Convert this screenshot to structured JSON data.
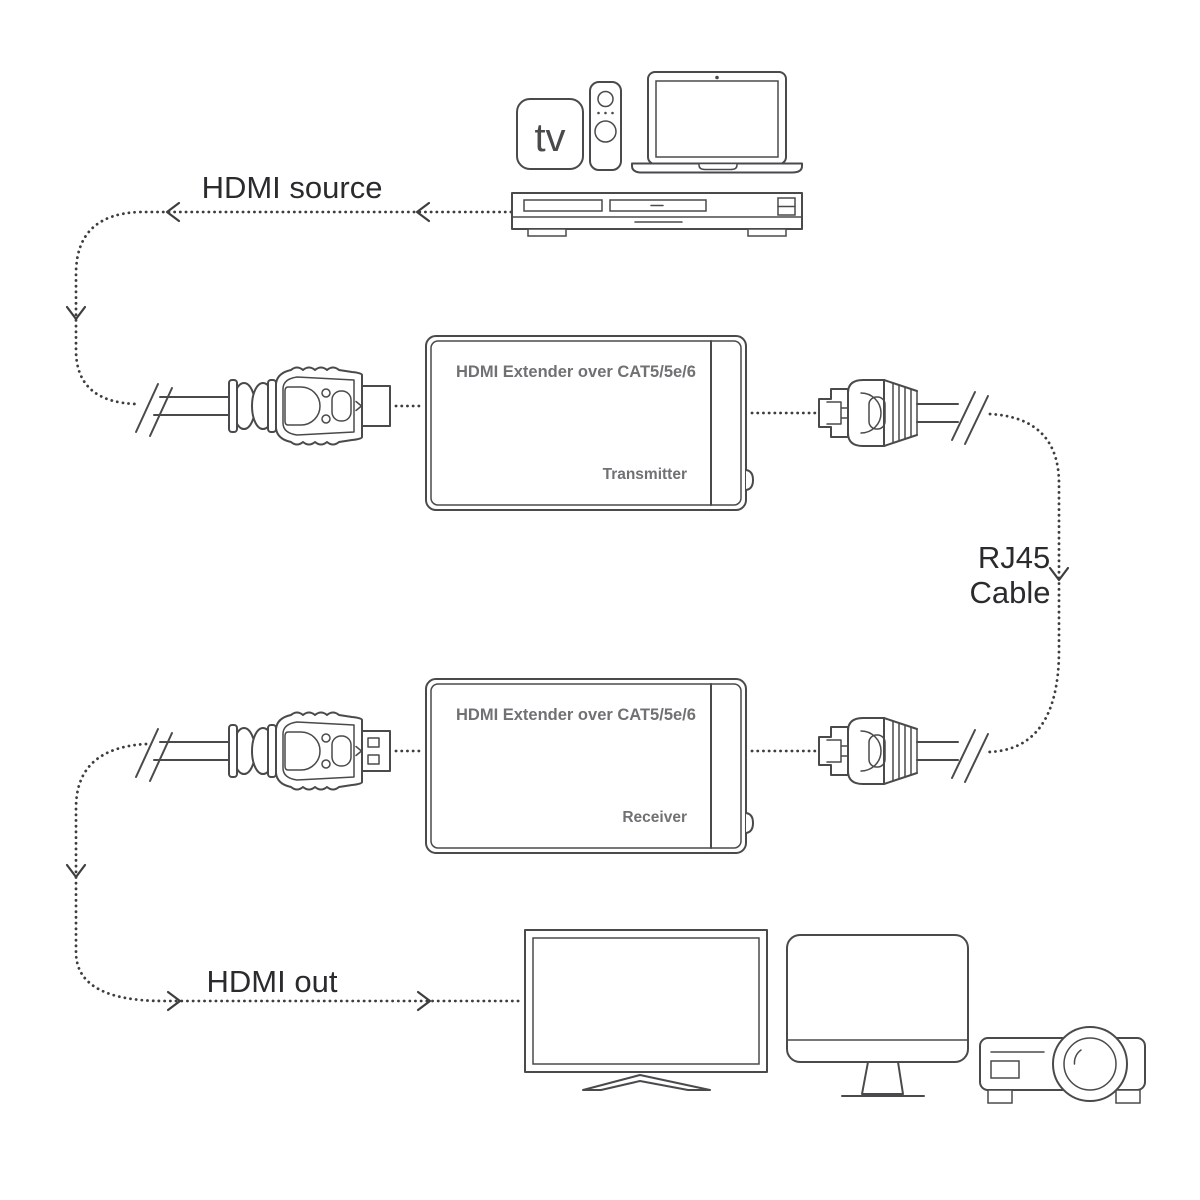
{
  "diagram": {
    "labels": {
      "hdmi_source": "HDMI source",
      "rj45_cable_line1": "RJ45",
      "rj45_cable_line2": "Cable",
      "hdmi_out": "HDMI out"
    },
    "transmitter": {
      "title": "HDMI Extender over CAT5/5e/6",
      "role": "Transmitter"
    },
    "receiver": {
      "title": "HDMI Extender over CAT5/5e/6",
      "role": "Receiver"
    },
    "source_devices": {
      "tv_box_label": "tv",
      "icons": [
        "apple-tv-box-icon",
        "remote-icon",
        "laptop-icon",
        "media-player-icon"
      ]
    },
    "output_devices": {
      "icons": [
        "tv-icon",
        "desktop-monitor-icon",
        "projector-icon"
      ]
    },
    "connectors": {
      "icons": [
        "hdmi-plug-icon",
        "rj45-plug-icon"
      ]
    },
    "colors": {
      "background": "#ffffff",
      "line": "#4a4a4c",
      "dotted_line": "#3e3e40",
      "label_text": "#2b2b2e",
      "box_text": "#717174"
    }
  }
}
